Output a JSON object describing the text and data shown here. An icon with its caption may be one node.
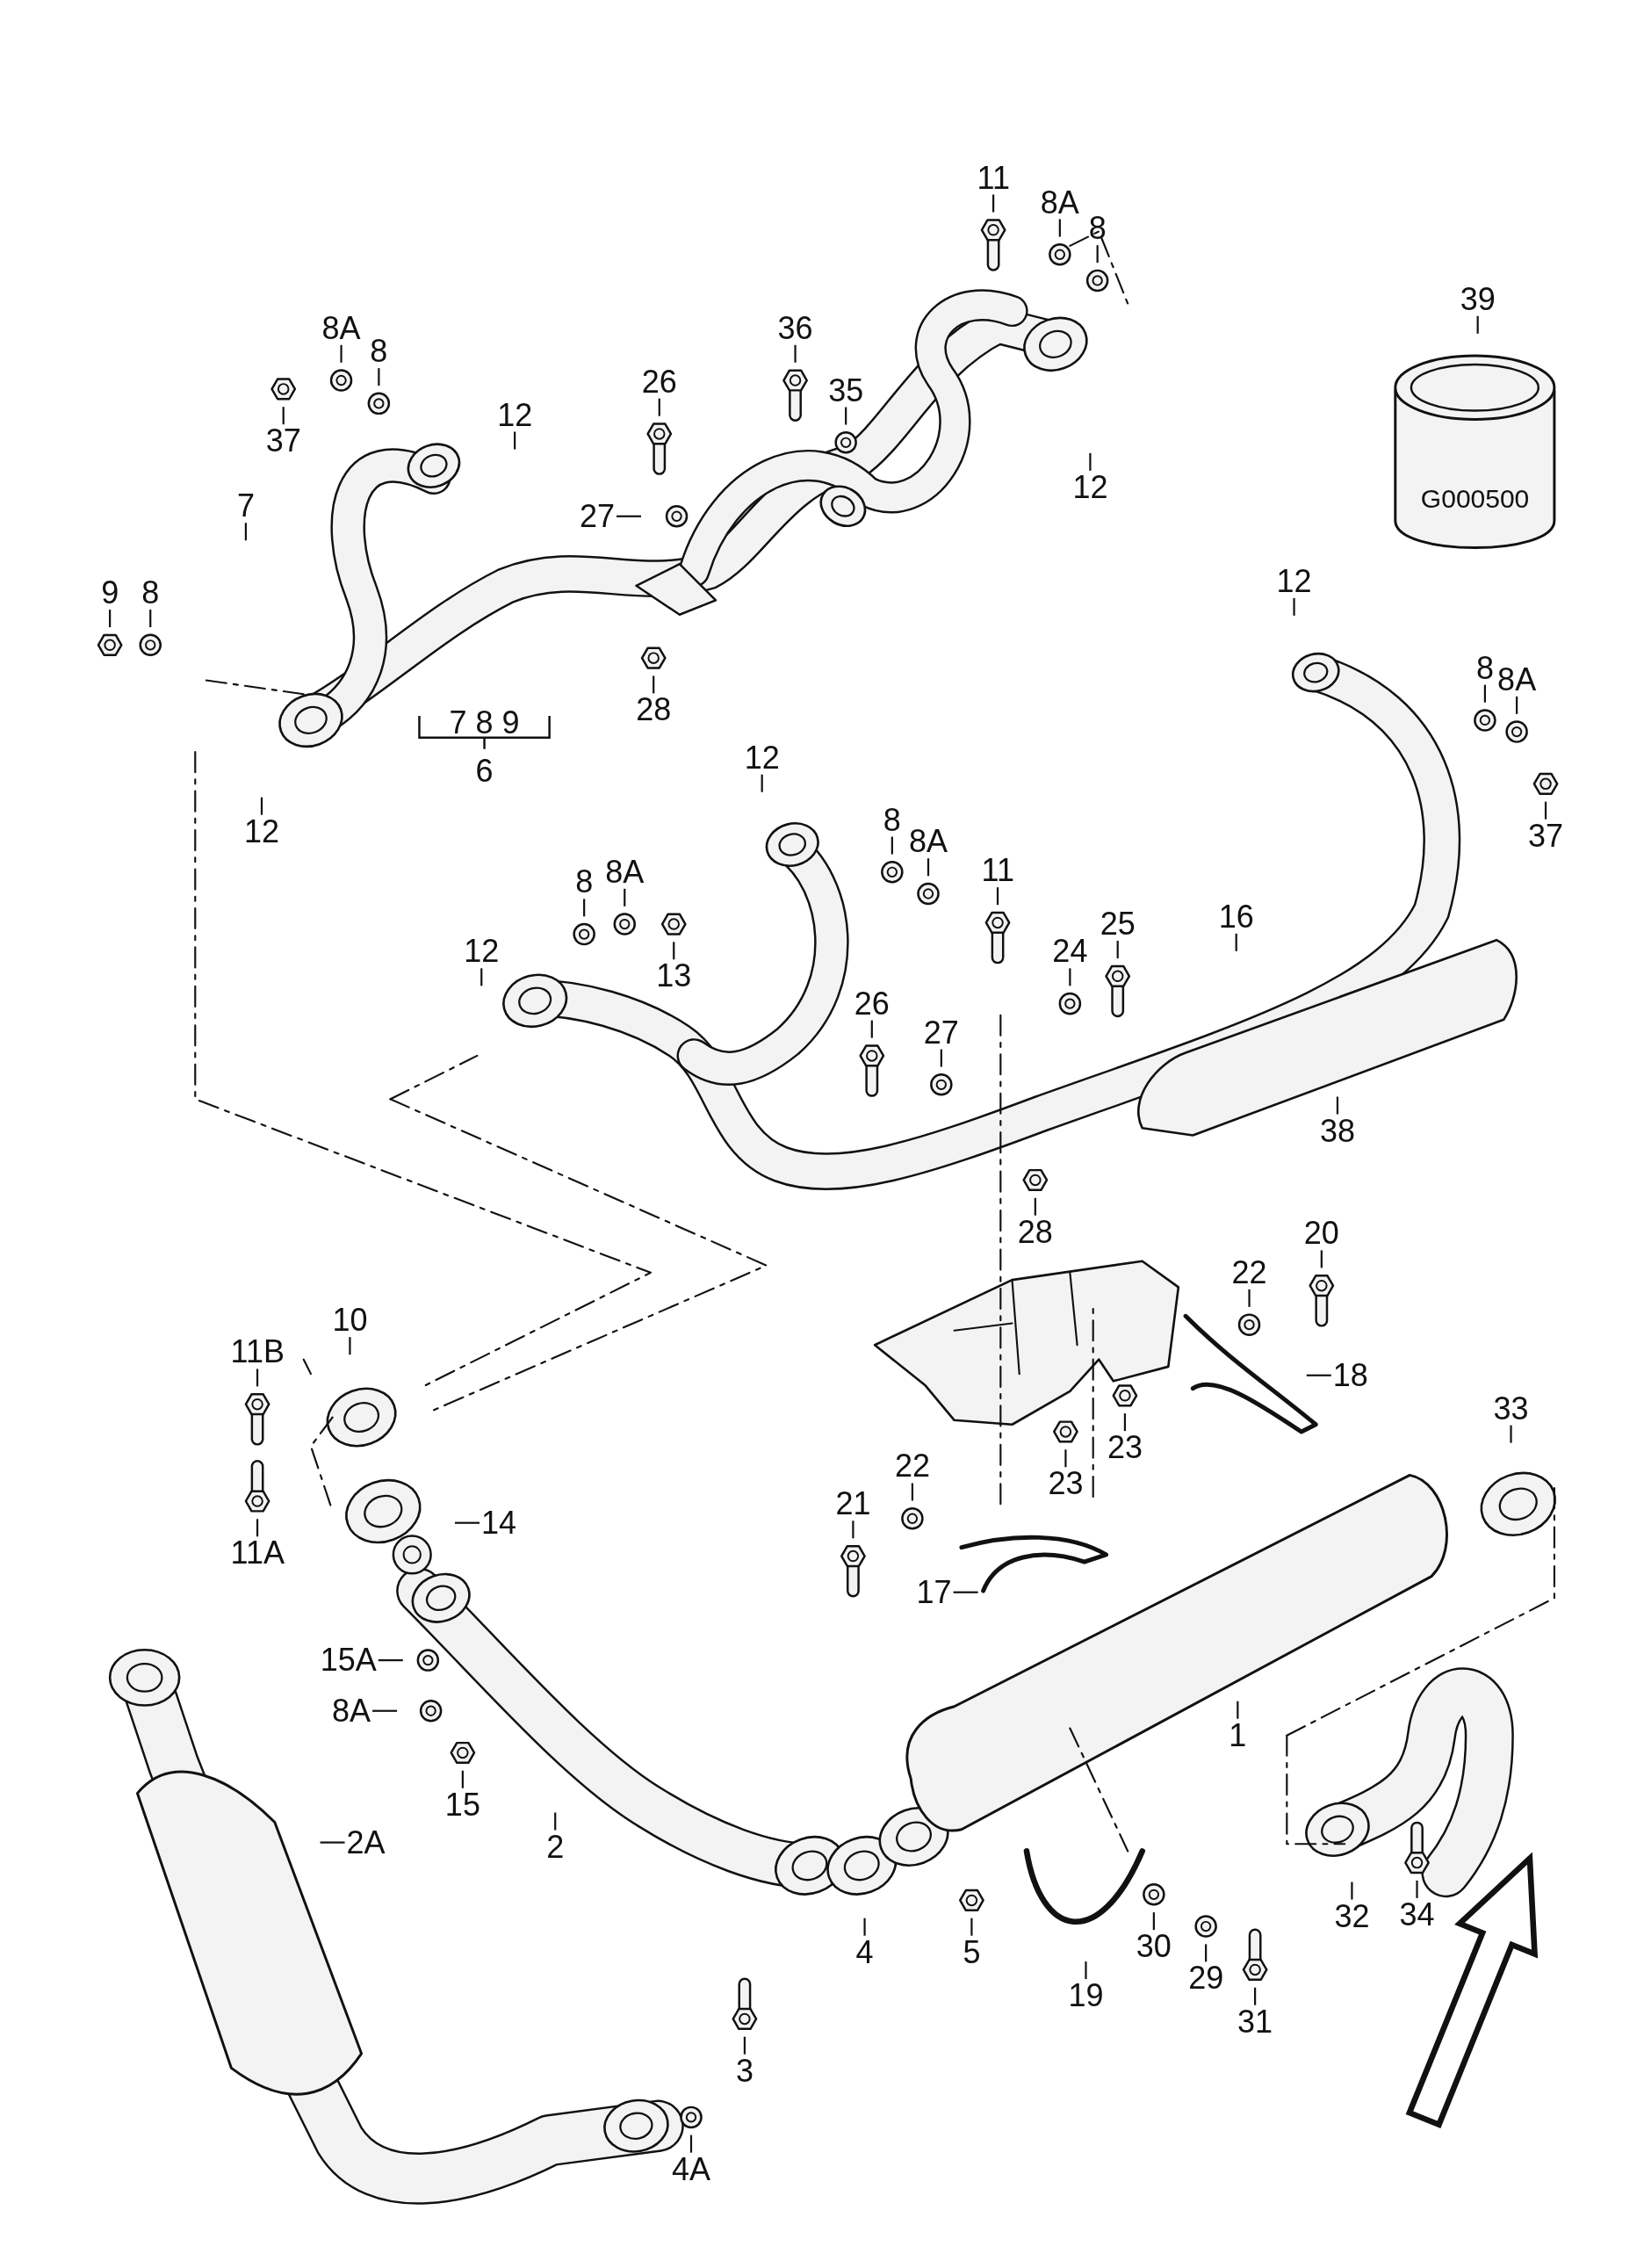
{
  "diagram": {
    "nodes": [
      {
        "text": [
          "11"
        ]
      },
      {
        "text": [
          "8A"
        ]
      },
      {
        "text": [
          "8"
        ]
      },
      {
        "text": [
          "39"
        ]
      },
      {
        "text": [
          "8A"
        ]
      },
      {
        "text": [
          "36"
        ]
      },
      {
        "text": [
          "8"
        ]
      },
      {
        "text": [
          "26"
        ]
      },
      {
        "text": [
          "35"
        ]
      },
      {
        "text": [
          "12"
        ]
      },
      {
        "text": [
          "37"
        ]
      },
      {
        "text": [
          "12"
        ]
      },
      {
        "text": [
          "7"
        ]
      },
      {
        "text": [
          "27"
        ]
      },
      {
        "text": [
          "12"
        ]
      },
      {
        "text": [
          "9"
        ]
      },
      {
        "text": [
          "8"
        ]
      },
      {
        "text": [
          "8"
        ]
      },
      {
        "text": [
          "8A"
        ]
      },
      {
        "text": [
          "28"
        ]
      },
      {
        "text": [
          "12"
        ]
      },
      {
        "text": [
          "8"
        ]
      },
      {
        "text": [
          "12"
        ]
      },
      {
        "text": [
          "37"
        ]
      },
      {
        "text": [
          "8A"
        ]
      },
      {
        "text": [
          "8"
        ]
      },
      {
        "text": [
          "11"
        ]
      },
      {
        "text": [
          "8A"
        ]
      },
      {
        "text": [
          "16"
        ]
      },
      {
        "text": [
          "25"
        ]
      },
      {
        "text": [
          "12"
        ]
      },
      {
        "text": [
          "24"
        ]
      },
      {
        "text": [
          "13"
        ]
      },
      {
        "text": [
          "26"
        ]
      },
      {
        "text": [
          "27"
        ]
      },
      {
        "text": [
          "38"
        ]
      },
      {
        "text": [
          "28"
        ]
      },
      {
        "text": [
          "20"
        ]
      },
      {
        "text": [
          "22"
        ]
      },
      {
        "text": [
          "10"
        ]
      },
      {
        "text": [
          "11B"
        ]
      },
      {
        "text": [
          "18"
        ]
      },
      {
        "text": [
          "33"
        ]
      },
      {
        "text": [
          "23"
        ]
      },
      {
        "text": [
          "22"
        ]
      },
      {
        "text": [
          "23"
        ]
      },
      {
        "text": [
          "21"
        ]
      },
      {
        "text": [
          "14"
        ]
      },
      {
        "text": [
          "11A"
        ]
      },
      {
        "text": [
          "17"
        ]
      },
      {
        "text": [
          "15A"
        ]
      },
      {
        "text": [
          "8A"
        ]
      },
      {
        "text": [
          "1"
        ]
      },
      {
        "text": [
          "15"
        ]
      },
      {
        "text": [
          "2A"
        ]
      },
      {
        "text": [
          "2"
        ]
      },
      {
        "text": [
          "32"
        ]
      },
      {
        "text": [
          "34"
        ]
      },
      {
        "text": [
          "4"
        ]
      },
      {
        "text": [
          "5"
        ]
      },
      {
        "text": [
          "30"
        ]
      },
      {
        "text": [
          "29"
        ]
      },
      {
        "text": [
          "19"
        ]
      },
      {
        "text": [
          "31"
        ]
      },
      {
        "text": [
          "3"
        ]
      },
      {
        "text": [
          "4A"
        ]
      }
    ],
    "edges": [
      {
        "from": 0,
        "to": null,
        "arrow": "none"
      },
      {
        "from": 1,
        "to": null,
        "arrow": "none"
      },
      {
        "from": 2,
        "to": null,
        "arrow": "none"
      },
      {
        "from": 3,
        "to": null,
        "arrow": "none"
      },
      {
        "from": 4,
        "to": null,
        "arrow": "none"
      },
      {
        "from": 5,
        "to": null,
        "arrow": "none"
      },
      {
        "from": 6,
        "to": null,
        "arrow": "none"
      },
      {
        "from": 7,
        "to": null,
        "arrow": "none"
      },
      {
        "from": 8,
        "to": null,
        "arrow": "none"
      },
      {
        "from": 9,
        "to": null,
        "arrow": "none"
      },
      {
        "from": 10,
        "to": null,
        "arrow": "none"
      },
      {
        "from": 11,
        "to": null,
        "arrow": "none"
      },
      {
        "from": 12,
        "to": null,
        "arrow": "none"
      },
      {
        "from": 13,
        "to": null,
        "arrow": "none"
      },
      {
        "from": 14,
        "to": null,
        "arrow": "none"
      },
      {
        "from": 15,
        "to": null,
        "arrow": "none"
      },
      {
        "from": 16,
        "to": null,
        "arrow": "none"
      },
      {
        "from": 17,
        "to": null,
        "arrow": "none"
      },
      {
        "from": 18,
        "to": null,
        "arrow": "none"
      },
      {
        "from": 19,
        "to": null,
        "arrow": "none"
      },
      {
        "from": 20,
        "to": null,
        "arrow": "none"
      },
      {
        "from": 21,
        "to": null,
        "arrow": "none"
      },
      {
        "from": 22,
        "to": null,
        "arrow": "none"
      },
      {
        "from": 23,
        "to": null,
        "arrow": "none"
      },
      {
        "from": 24,
        "to": null,
        "arrow": "none"
      },
      {
        "from": 25,
        "to": null,
        "arrow": "none"
      },
      {
        "from": 26,
        "to": null,
        "arrow": "none"
      },
      {
        "from": 27,
        "to": null,
        "arrow": "none"
      },
      {
        "from": 28,
        "to": null,
        "arrow": "none"
      },
      {
        "from": 29,
        "to": null,
        "arrow": "none"
      },
      {
        "from": 30,
        "to": null,
        "arrow": "none"
      },
      {
        "from": 31,
        "to": null,
        "arrow": "none"
      },
      {
        "from": 32,
        "to": null,
        "arrow": "none"
      },
      {
        "from": 33,
        "to": null,
        "arrow": "none"
      },
      {
        "from": 34,
        "to": null,
        "arrow": "none"
      },
      {
        "from": 35,
        "to": null,
        "arrow": "none"
      },
      {
        "from": 36,
        "to": null,
        "arrow": "none"
      },
      {
        "from": 37,
        "to": null,
        "arrow": "none"
      },
      {
        "from": 38,
        "to": null,
        "arrow": "none"
      },
      {
        "from": 39,
        "to": null,
        "arrow": "none"
      },
      {
        "from": 40,
        "to": null,
        "arrow": "none"
      },
      {
        "from": 41,
        "to": null,
        "arrow": "none"
      },
      {
        "from": 42,
        "to": null,
        "arrow": "none"
      },
      {
        "from": 43,
        "to": null,
        "arrow": "none"
      },
      {
        "from": 44,
        "to": null,
        "arrow": "none"
      },
      {
        "from": 45,
        "to": null,
        "arrow": "none"
      },
      {
        "from": 46,
        "to": null,
        "arrow": "none"
      },
      {
        "from": 47,
        "to": null,
        "arrow": "none"
      },
      {
        "from": 48,
        "to": null,
        "arrow": "none"
      },
      {
        "from": 49,
        "to": null,
        "arrow": "none"
      },
      {
        "from": 50,
        "to": null,
        "arrow": "none"
      },
      {
        "from": 51,
        "to": null,
        "arrow": "none"
      },
      {
        "from": 52,
        "to": null,
        "arrow": "none"
      },
      {
        "from": 53,
        "to": null,
        "arrow": "none"
      },
      {
        "from": 54,
        "to": null,
        "arrow": "none"
      },
      {
        "from": 55,
        "to": null,
        "arrow": "none"
      },
      {
        "from": 56,
        "to": null,
        "arrow": "none"
      },
      {
        "from": 57,
        "to": null,
        "arrow": "none"
      },
      {
        "from": 58,
        "to": null,
        "arrow": "none"
      },
      {
        "from": 59,
        "to": null,
        "arrow": "none"
      },
      {
        "from": 60,
        "to": null,
        "arrow": "none"
      },
      {
        "from": 61,
        "to": null,
        "arrow": "none"
      },
      {
        "from": 62,
        "to": null,
        "arrow": "none"
      },
      {
        "from": 63,
        "to": null,
        "arrow": "none"
      },
      {
        "from": 64,
        "to": null,
        "arrow": "none"
      },
      {
        "from": 65,
        "to": null,
        "arrow": "none"
      }
    ],
    "labels": [
      "G000500",
      "7 8 9",
      "6"
    ]
  }
}
